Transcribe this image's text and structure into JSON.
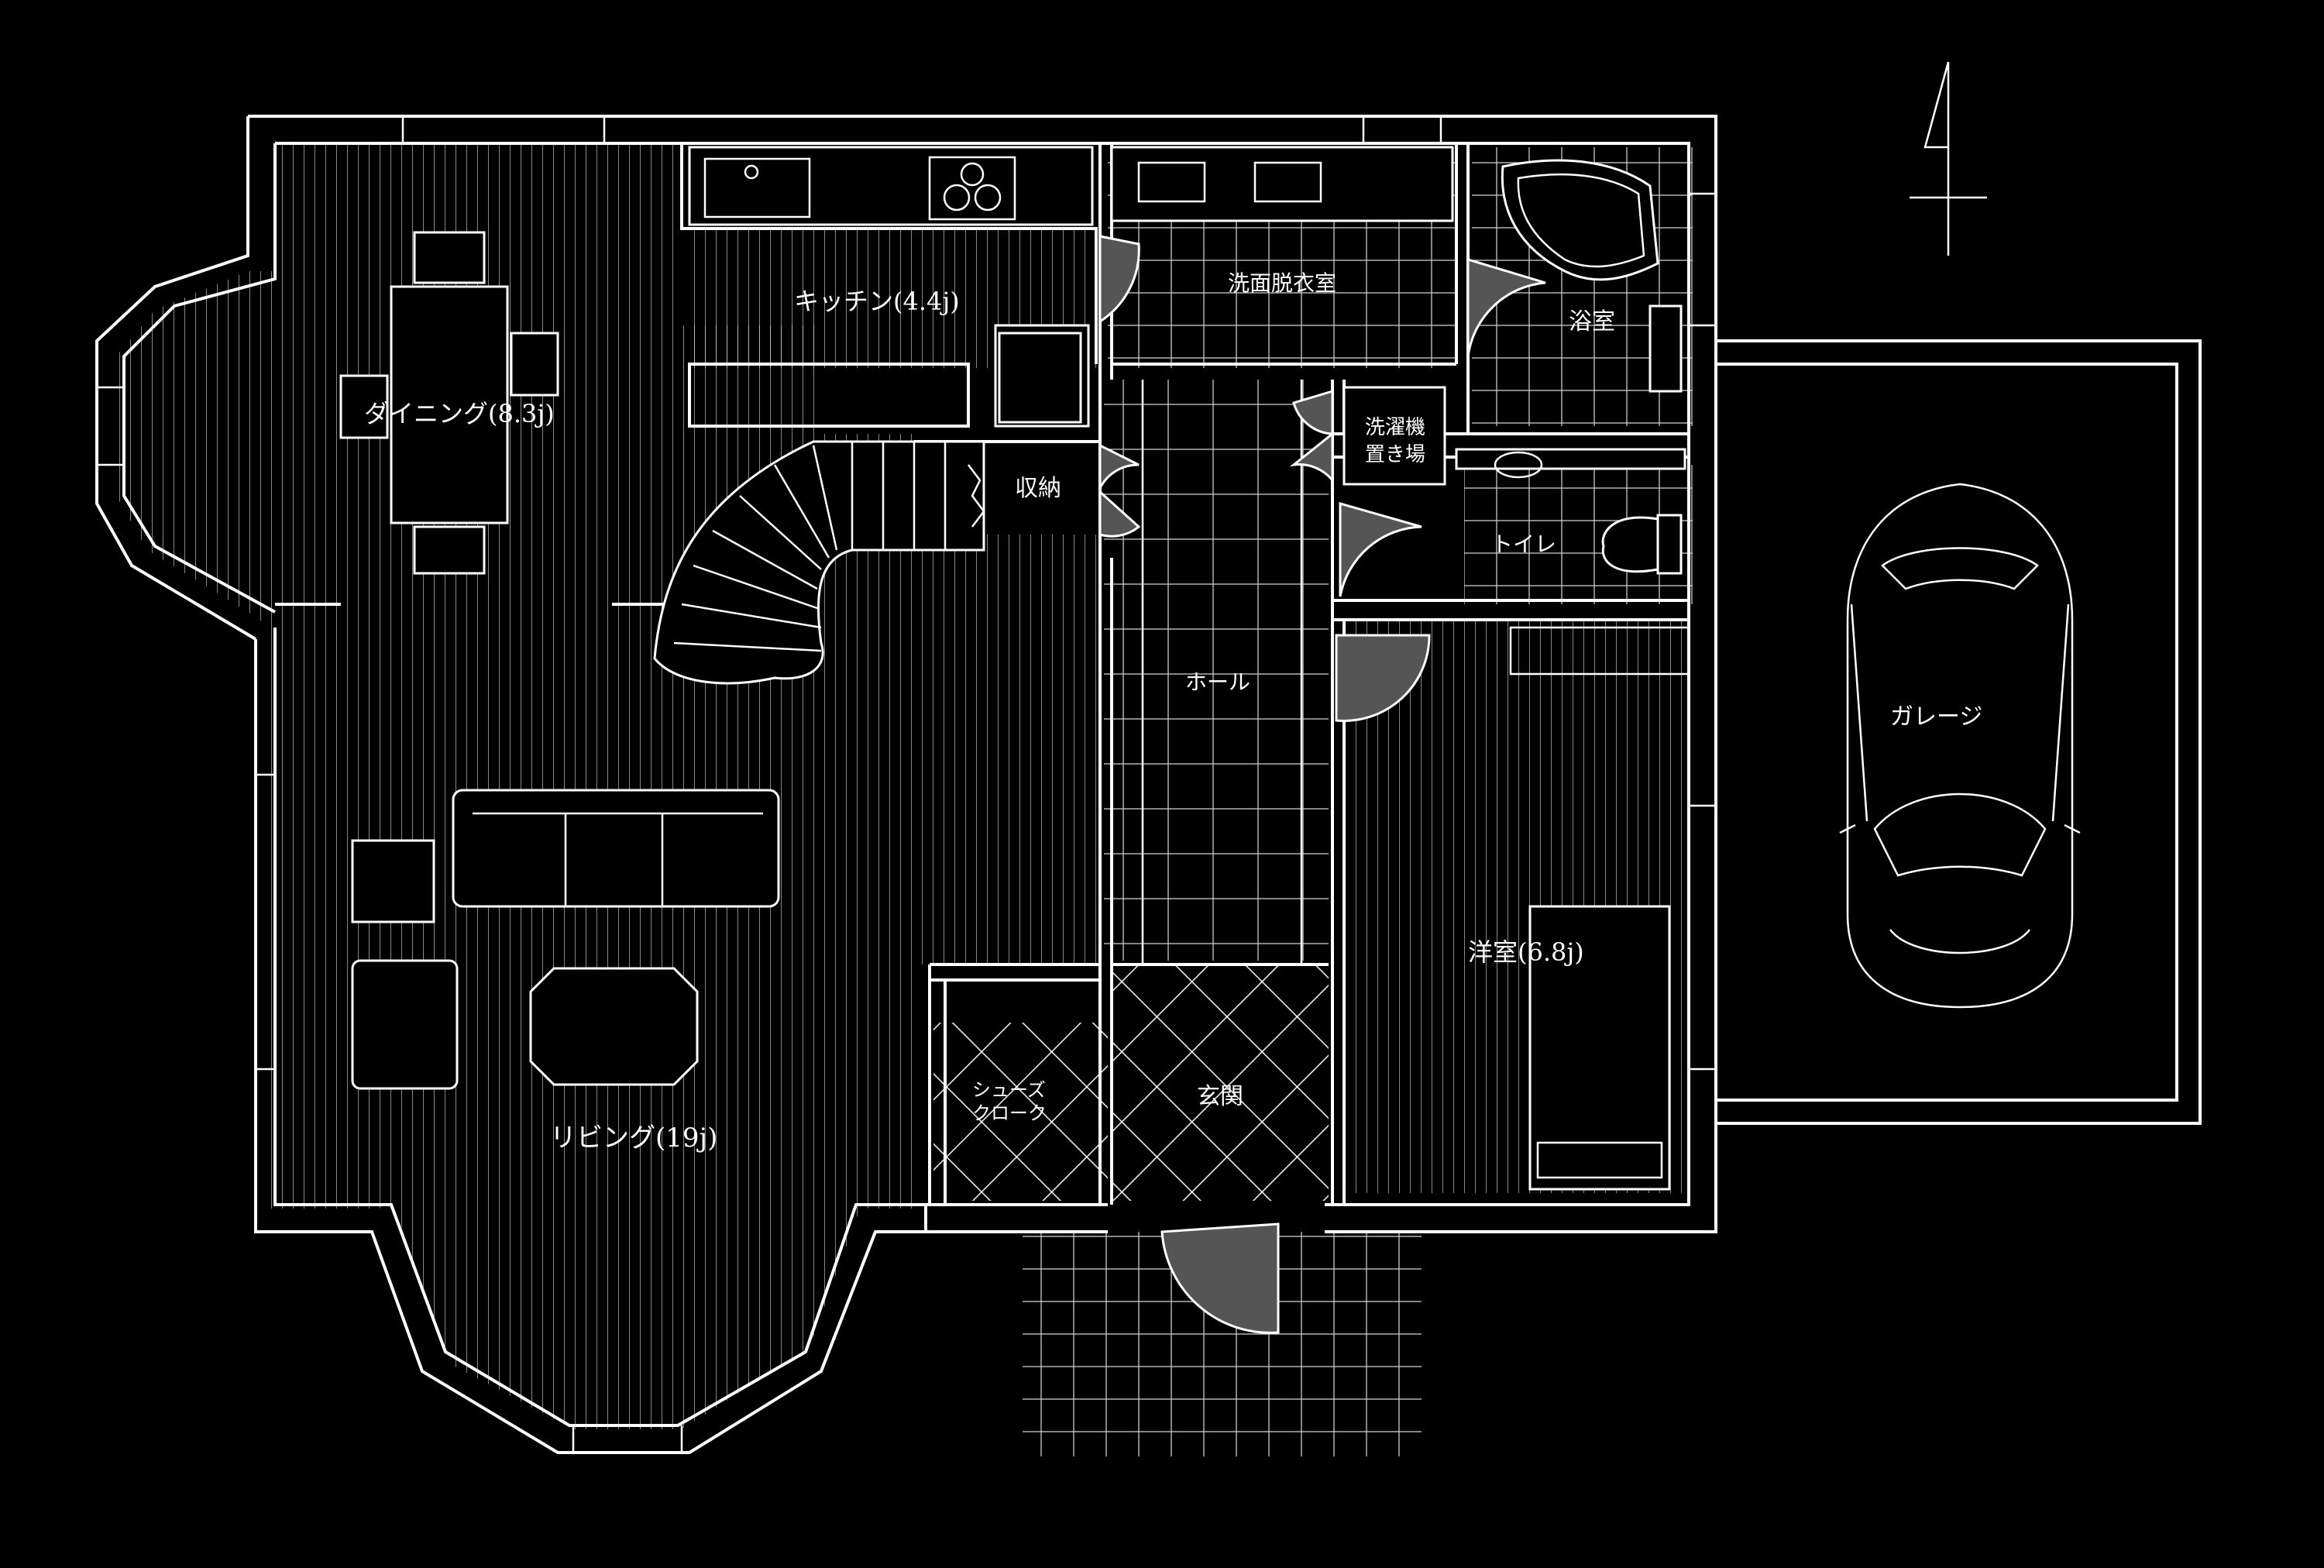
{
  "rooms": {
    "dining": "ダイニング(8.3j)",
    "kitchen": "キッチン(4.4j)",
    "storage": "収納",
    "washroom": "洗面脱衣室",
    "bath": "浴室",
    "laundry_1": "洗濯機",
    "laundry_2": "置き場",
    "toilet": "トイレ",
    "hall": "ホール",
    "western_room": "洋室(6.8j)",
    "living": "リビング(19j)",
    "shoe_closet_1": "シューズ",
    "shoe_closet_2": "クローク",
    "entrance": "玄関",
    "garage": "ガレージ"
  },
  "colors": {
    "background": "#000000",
    "line": "#ffffff",
    "door_swing": "#555555"
  },
  "icons": [
    "north-arrow-icon",
    "car-icon",
    "sink-icon",
    "stove-icon",
    "bathtub-icon",
    "toilet-icon",
    "bed-icon",
    "sofa-icon",
    "table-icon"
  ]
}
